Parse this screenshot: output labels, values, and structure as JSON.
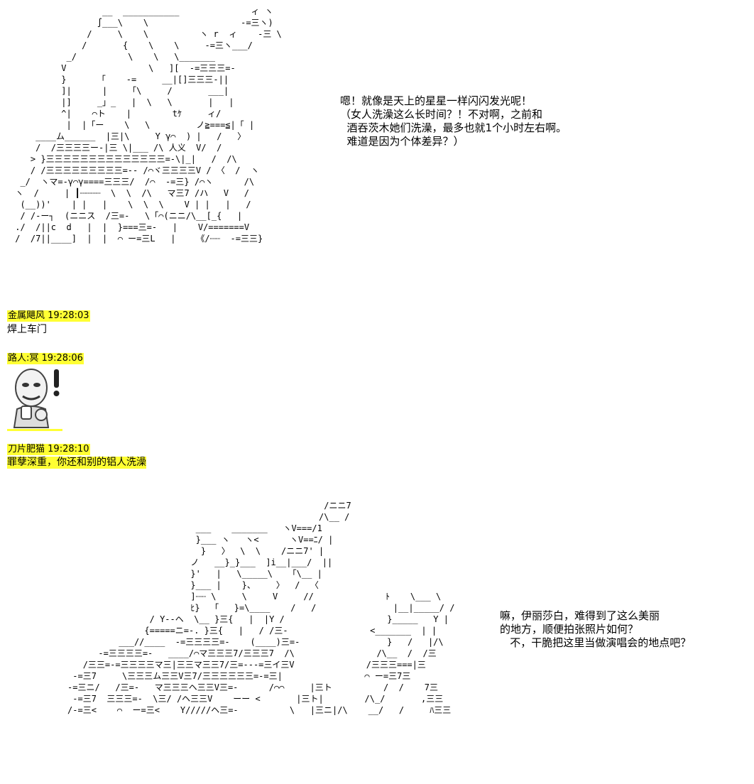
{
  "scene1": {
    "dialogue": [
      "嗯！就像是天上的星星一样闪闪发光呢！",
      "（女人洗澡这么长时间？！不对啊，之前和",
      "  酒吞茨木她们洗澡，最多也就1个小时左右啊。",
      "  难道是因为个体差异？）"
    ]
  },
  "chat": [
    {
      "user": "金属飓风",
      "time": "19:28:03",
      "text": "焊上车门"
    },
    {
      "user": "路人:冥",
      "time": "19:28:06",
      "sticker": "meme-face-sticker"
    },
    {
      "user": "刀片肥猫",
      "time": "19:28:10",
      "text": "罪孽深重，你还和别的铝人洗澡"
    }
  ],
  "scene2": {
    "dialogue": [
      "嘛，伊丽莎白，难得到了这么美丽",
      "的地方，顺便拍张照片如何？",
      "   不，干脆把这里当做演唱会的地点吧？"
    ]
  },
  "colors": {
    "highlight": "#ffff33"
  }
}
